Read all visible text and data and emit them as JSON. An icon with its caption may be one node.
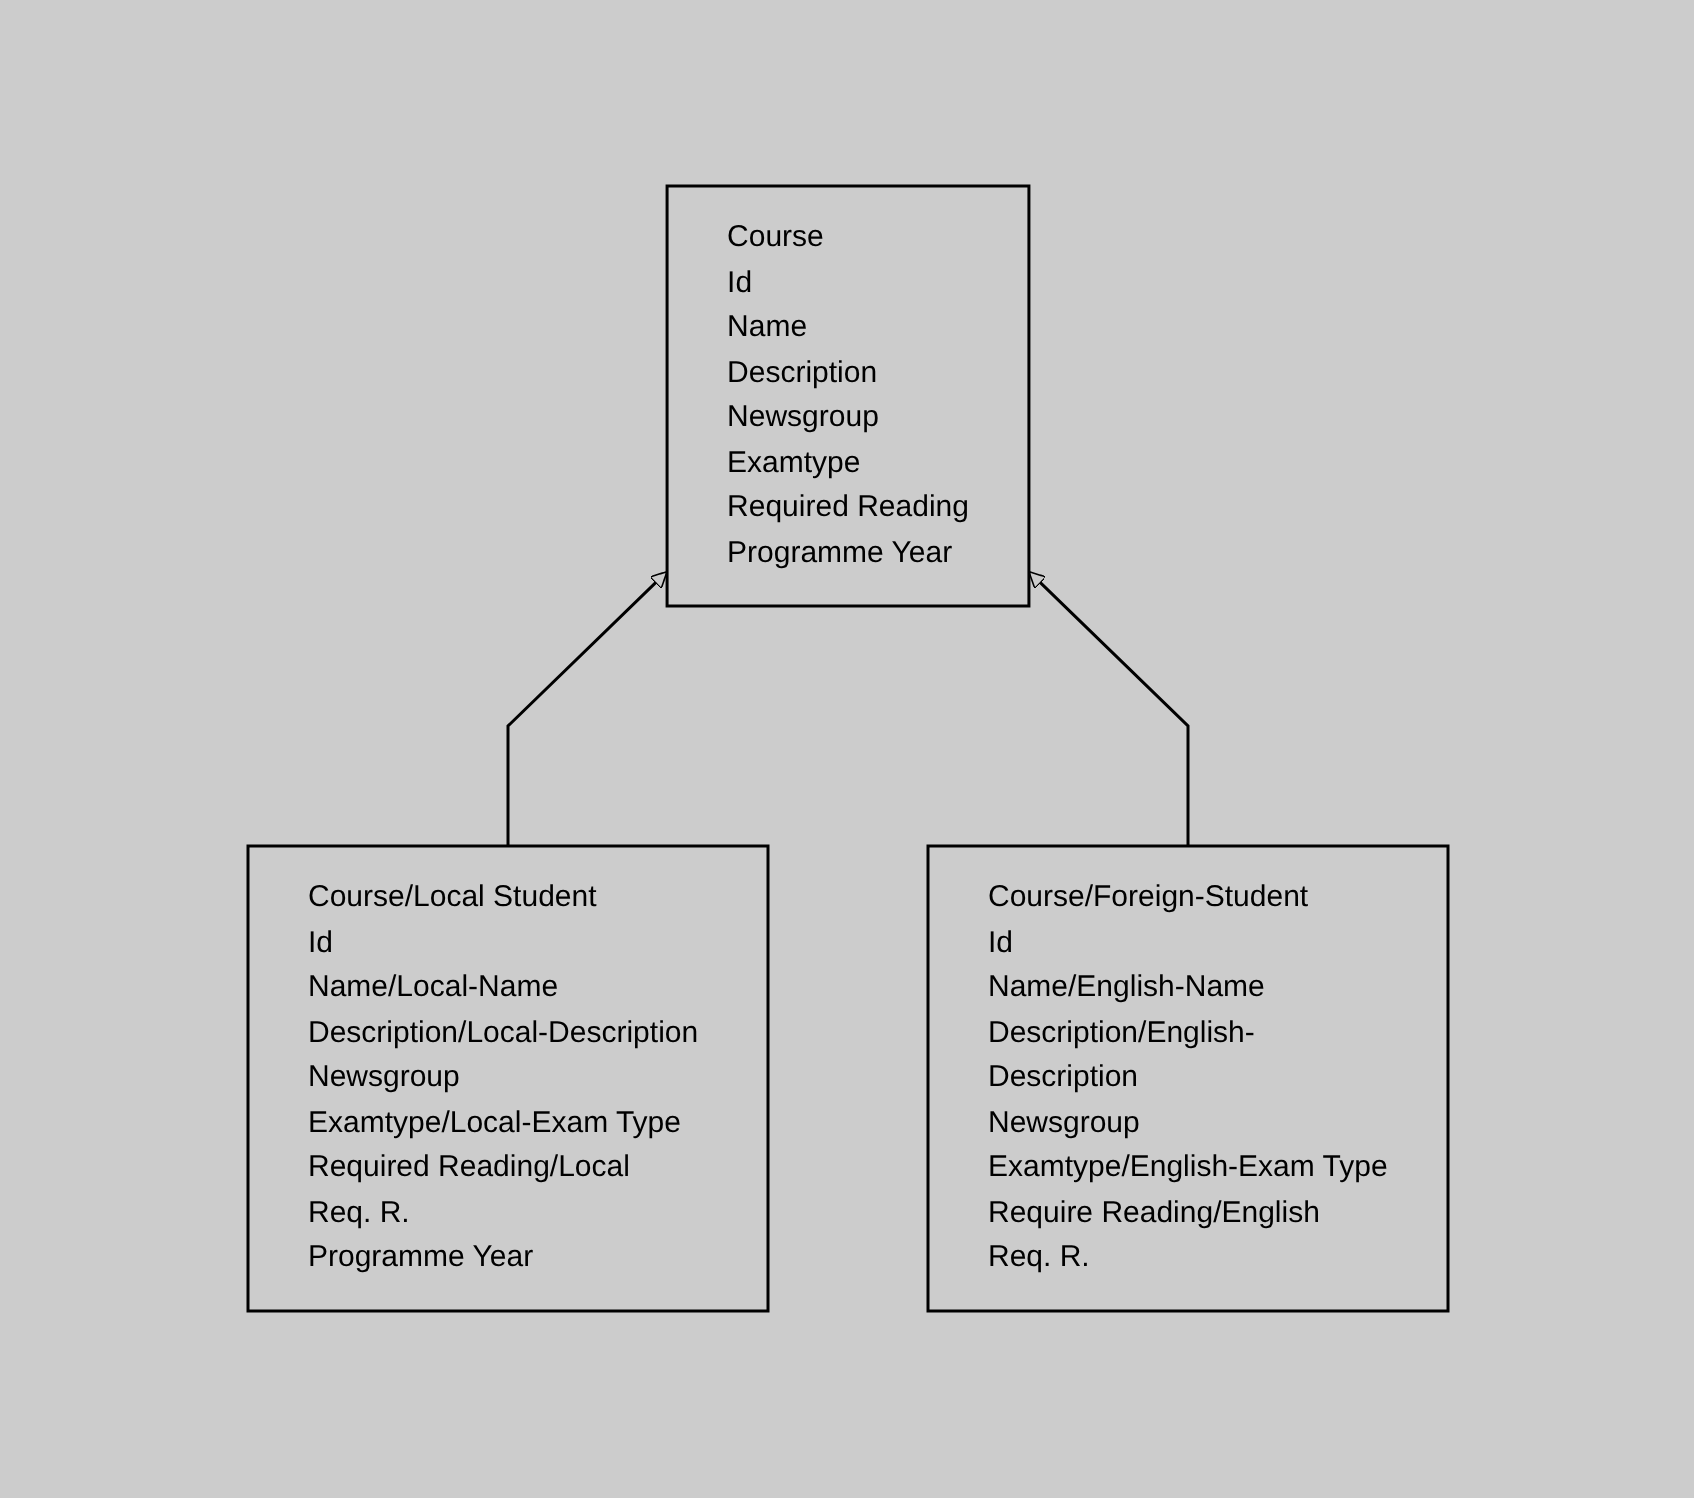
{
  "diagram": {
    "nodes": [
      {
        "text": [
          "Course",
          "Id",
          "Name",
          "Description",
          "Newsgroup",
          "Examtype",
          "Required Reading",
          "Programme Year"
        ]
      },
      {
        "text": [
          "Course/Local Student",
          "Id",
          "Name/Local-Name",
          "Description/Local-Description",
          "Newsgroup",
          "Examtype/Local-Exam Type",
          "Required Reading/Local Req. R.",
          "Programme Year"
        ]
      },
      {
        "text": [
          "Course/Foreign-Student",
          "Id",
          "Name/English-Name",
          "Description/English-Description",
          "Newsgroup",
          "Examtype/English-Exam Type",
          "Require Reading/English Req. R."
        ]
      }
    ],
    "edges": [
      {
        "from": 1,
        "to": 0,
        "arrow": "to"
      },
      {
        "from": 2,
        "to": 0,
        "arrow": "to"
      }
    ]
  }
}
